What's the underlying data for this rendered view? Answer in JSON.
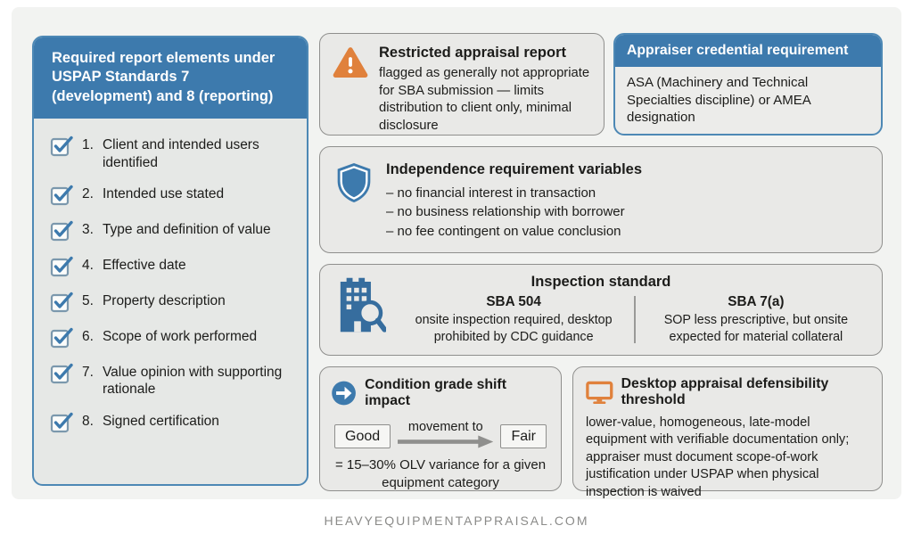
{
  "colors": {
    "blue": "#3d7aad",
    "blue_border": "#4d88b5",
    "orange": "#e0813c",
    "card_bg": "#e9e9e7",
    "card_border": "#8f8f8d",
    "text": "#1c1c1a",
    "footer_gray": "#8b8b89"
  },
  "left_panel": {
    "title": "Required report elements under USPAP Standards 7 (development) and 8 (reporting)",
    "checkbox_icon": "checkbox-checked-icon",
    "items": [
      {
        "num": "1.",
        "text": "Client and intended users identified"
      },
      {
        "num": "2.",
        "text": "Intended use stated"
      },
      {
        "num": "3.",
        "text": "Type and definition of value"
      },
      {
        "num": "4.",
        "text": "Effective date"
      },
      {
        "num": "5.",
        "text": "Property description"
      },
      {
        "num": "6.",
        "text": "Scope of work performed"
      },
      {
        "num": "7.",
        "text": "Value opinion with supporting rationale"
      },
      {
        "num": "8.",
        "text": "Signed certification"
      }
    ]
  },
  "restricted_card": {
    "icon": "warning-icon",
    "title": "Restricted appraisal report",
    "body": "flagged as generally not appropriate for SBA submission — limits distribution to client only, minimal disclosure"
  },
  "credential_card": {
    "title": "Appraiser credential requirement",
    "body": "ASA (Machinery and Technical Specialties discipline) or AMEA designation"
  },
  "independence_card": {
    "icon": "shield-icon",
    "title": "Independence requirement variables",
    "bullets": [
      "–  no financial interest in transaction",
      "–  no business relationship with borrower",
      "–  no fee contingent on value conclusion"
    ]
  },
  "inspection_card": {
    "icon": "building-search-icon",
    "title": "Inspection standard",
    "columns": [
      {
        "heading": "SBA 504",
        "body": "onsite inspection required, desktop prohibited by CDC guidance"
      },
      {
        "heading": "SBA 7(a)",
        "body": "SOP less prescriptive, but onsite expected for material collateral"
      }
    ]
  },
  "condition_card": {
    "icon": "arrow-circle-icon",
    "title": "Condition grade shift impact",
    "from_label": "Good",
    "arrow_label": "movement to",
    "to_label": "Fair",
    "result": "= 15–30% OLV variance for a given equipment category"
  },
  "desktop_card": {
    "icon": "monitor-icon",
    "title": "Desktop appraisal defensibility threshold",
    "body": "lower-value, homogeneous, late-model equipment with verifiable documentation only; appraiser must document scope-of-work justification under USPAP when physical inspection is waived"
  },
  "footer": {
    "site": "HEAVYEQUIPMENTAPPRAISAL.COM"
  }
}
